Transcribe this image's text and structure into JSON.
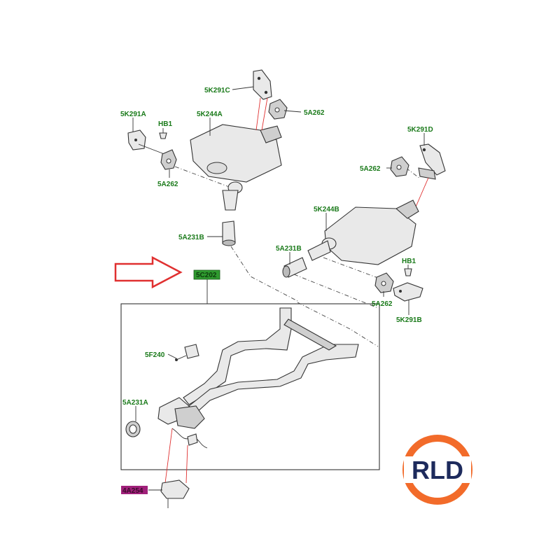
{
  "labels": {
    "k291c": "5K291C",
    "a262_top": "5A262",
    "k244a": "5K244A",
    "k291a": "5K291A",
    "hb1_left": "HB1",
    "a262_left": "5A262",
    "k291d": "5K291D",
    "a262_right": "5A262",
    "k244b": "5K244B",
    "a231b_left": "5A231B",
    "a231b_right": "5A231B",
    "hb1_right": "HB1",
    "a262_bottom": "5A262",
    "k291b": "5K291B",
    "c202": "5C202",
    "f240": "5F240",
    "a231a": "5A231A",
    "a254": "4A254"
  },
  "logo": {
    "text": "RLD"
  },
  "colors": {
    "label_text": "#1a7a1a",
    "highlight_green": "#2f9a2f",
    "highlight_purple": "#a0207a",
    "arrow_red": "#e03030",
    "logo_orange": "#f26b2a",
    "logo_navy": "#1d2a5c"
  }
}
